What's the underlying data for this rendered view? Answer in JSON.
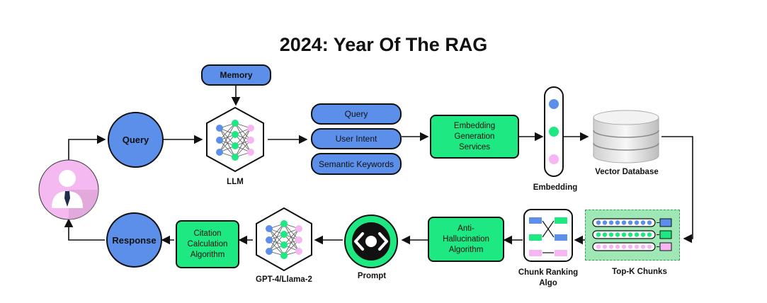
{
  "title": "2024: Year Of The RAG",
  "nodes": {
    "memory": "Memory",
    "query": "Query",
    "llm": "LLM",
    "pills": [
      "Query",
      "User Intent",
      "Semantic Keywords"
    ],
    "embedding_services": "Embedding Generation Services",
    "embedding": "Embedding",
    "vector_db": "Vector Database",
    "topk": "Top-K Chunks",
    "chunk_ranking": "Chunk Ranking Algo",
    "anti_hallucination": "Anti-Hallucination Algorithm",
    "prompt": "Prompt",
    "gpt": "GPT-4/Llama-2",
    "citation": "Citation Calculation Algorithm",
    "response": "Response"
  },
  "colors": {
    "blue": "#5b8fea",
    "green": "#1ee882",
    "pink": "#f7b6f3",
    "user_bg": "#f3b9f0",
    "topk_bg": "#9fe7b4"
  },
  "icons": [
    "user-icon",
    "neural-network-icon",
    "code-brackets-icon",
    "database-icon",
    "ranking-icon"
  ]
}
